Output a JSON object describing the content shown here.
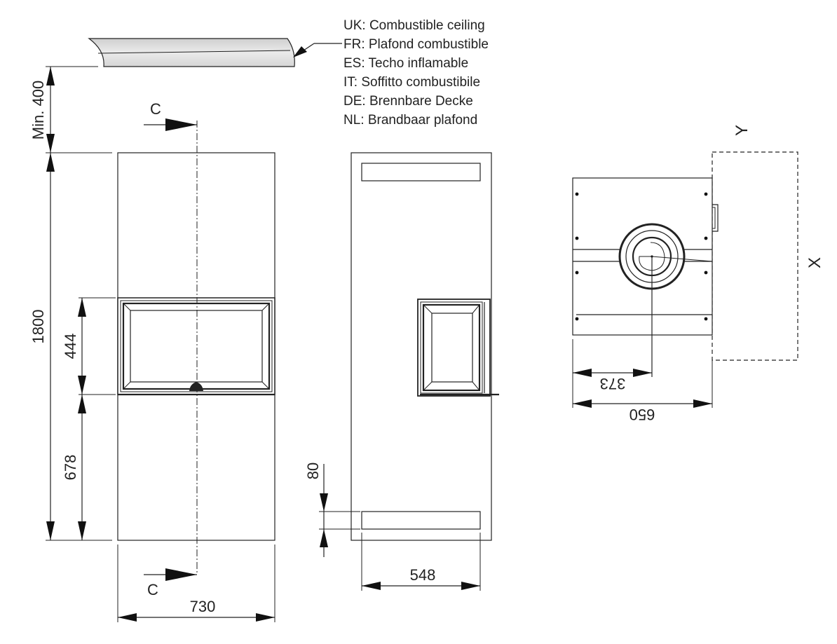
{
  "legend": {
    "uk": "UK: Combustible ceiling",
    "fr": "FR: Plafond combustible",
    "es": "ES: Techo inflamable",
    "it": "IT:  Soffitto combustibile",
    "de": "DE: Brennbare Decke",
    "nl": "NL:  Brandbaar plafond"
  },
  "dimensions": {
    "min_clearance": "Min. 400",
    "total_height": "1800",
    "door_height": "444",
    "base_height": "678",
    "width_front": "730",
    "vent_height": "80",
    "width_side": "548",
    "flue_offset": "373",
    "depth_top": "650"
  },
  "section_markers": {
    "top": "C",
    "bottom": "C"
  },
  "axes": {
    "x": "X",
    "y": "Y"
  },
  "colors": {
    "line": "#222222",
    "ceiling_fill": "#e3e3e3",
    "background": "#ffffff"
  }
}
